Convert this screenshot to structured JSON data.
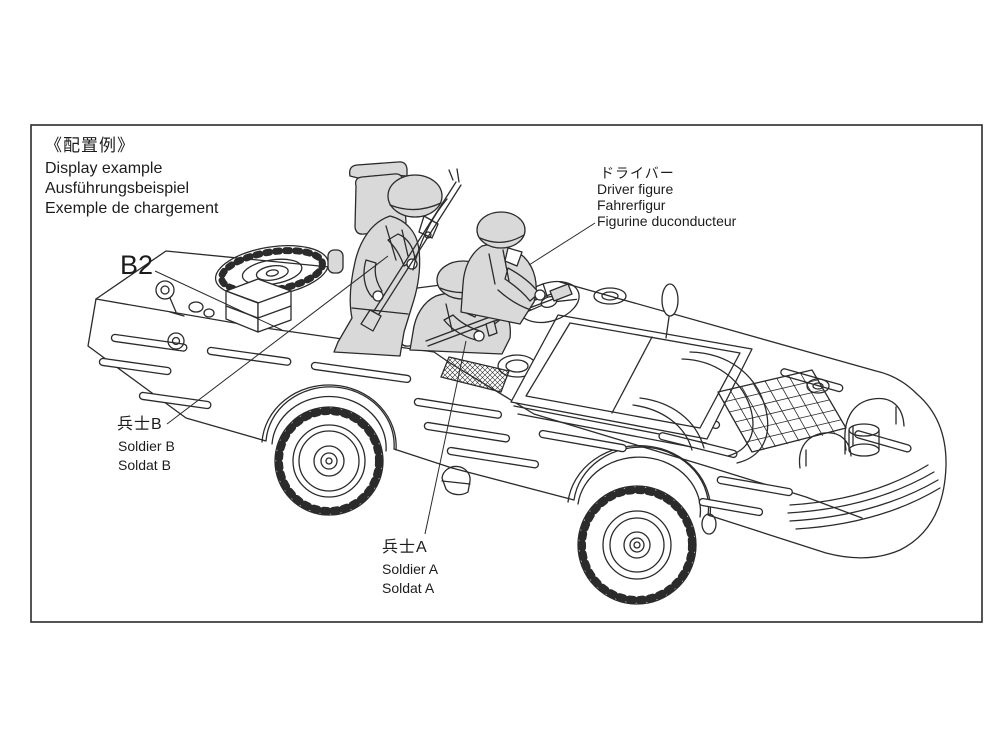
{
  "page": {
    "background": "#ffffff",
    "frame_border_color": "#2b2b2b",
    "line_color": "#2b2b2b",
    "figure_shade": "#d9d9d9"
  },
  "heading": {
    "jp": "《配置例》",
    "en": "Display example",
    "de": "Ausführungsbeispiel",
    "fr": "Exemple de chargement"
  },
  "callouts": {
    "part_b2": {
      "code": "B2"
    },
    "soldier_b": {
      "jp": "兵士B",
      "en": "Soldier B",
      "l3": "Soldat B"
    },
    "soldier_a": {
      "jp": "兵士A",
      "en": "Soldier A",
      "l3": "Soldat A"
    },
    "driver": {
      "jp": "ドライバー",
      "en": "Driver figure",
      "de": "Fahrerfigur",
      "fr": "Figurine duconducteur"
    }
  },
  "illustration": {
    "subject": "Amphibious jeep display example with driver figure and two soldier figures"
  }
}
